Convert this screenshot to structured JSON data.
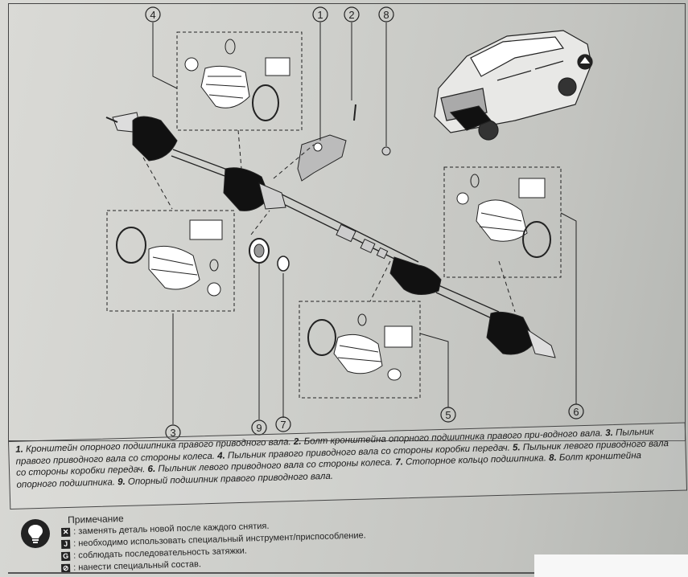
{
  "diagram": {
    "callouts": [
      {
        "id": "c1",
        "text": "1"
      },
      {
        "id": "c2",
        "text": "2"
      },
      {
        "id": "c3",
        "text": "3"
      },
      {
        "id": "c4",
        "text": "4"
      },
      {
        "id": "c5",
        "text": "5"
      },
      {
        "id": "c6",
        "text": "6"
      },
      {
        "id": "c7",
        "text": "7"
      },
      {
        "id": "c8",
        "text": "8"
      },
      {
        "id": "c9",
        "text": "9"
      }
    ]
  },
  "caption": {
    "items": [
      {
        "num": "1.",
        "text": " Кронштейн опорного подшипника правого приводного вала. "
      },
      {
        "num": "2.",
        "text": " Болт кронштейна опорного подшипника правого при-водного вала. "
      },
      {
        "num": "3.",
        "text": " Пыльник правого приводного вала со стороны колеса. "
      },
      {
        "num": "4.",
        "text": " Пыльник правого приводного вала со стороны коробки передач. "
      },
      {
        "num": "5.",
        "text": " Пыльник левого приводного вала со стороны коробки передач. "
      },
      {
        "num": "6.",
        "text": " Пыльник левого приводного вала со стороны колеса. "
      },
      {
        "num": "7.",
        "text": " Стопорное кольцо подшипника. "
      },
      {
        "num": "8.",
        "text": " Болт кронштейна опорного подшипника. "
      },
      {
        "num": "9.",
        "text": " Опорный подшипник правого приводного вала."
      }
    ]
  },
  "note": {
    "title": "Примечание",
    "lines": [
      {
        "symbol": "✕",
        "text": ": заменять деталь новой после каждого снятия."
      },
      {
        "symbol": "J",
        "text": ": необходимо использовать специальный инструмент/приспособление."
      },
      {
        "symbol": "G",
        "text": ": соблюдать последовательность затяжки."
      },
      {
        "symbol": "⊘",
        "text": ": нанести специальный состав."
      }
    ]
  },
  "colors": {
    "ink": "#222222",
    "paper": "#d4d5d1"
  }
}
